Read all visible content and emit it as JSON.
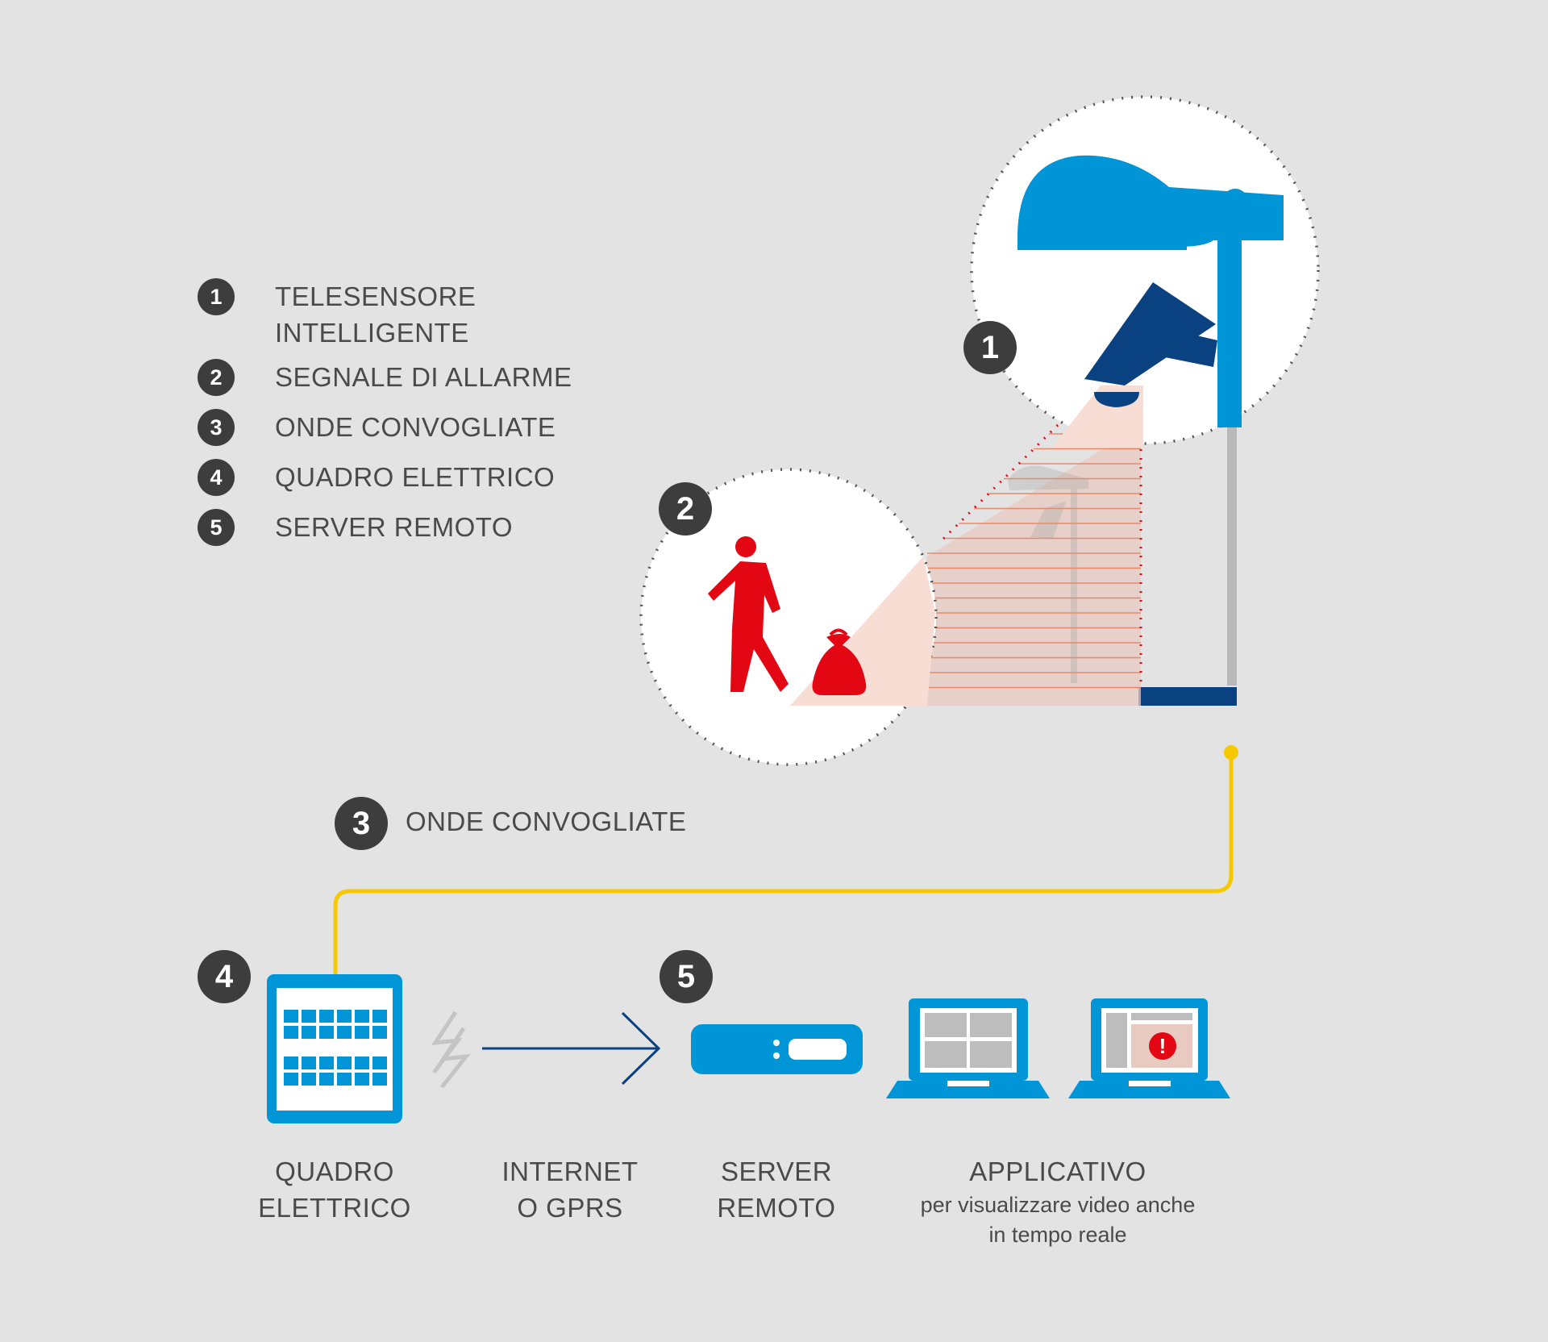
{
  "legend": [
    {
      "num": "1",
      "label": "TELESENSORE\nINTELLIGENTE"
    },
    {
      "num": "2",
      "label": "SEGNALE DI ALLARME"
    },
    {
      "num": "3",
      "label": "ONDE CONVOGLIATE"
    },
    {
      "num": "4",
      "label": "QUADRO ELETTRICO"
    },
    {
      "num": "5",
      "label": "SERVER REMOTO"
    }
  ],
  "markers": {
    "one": "1",
    "two": "2",
    "three": "3",
    "four": "4",
    "five": "5"
  },
  "step3_label": "ONDE CONVOGLIATE",
  "captions": {
    "quadro": "QUADRO\nELETTRICO",
    "internet": "INTERNET\nO GPRS",
    "server": "SERVER\nREMOTO",
    "app": "APPLICATIVO",
    "app_sub": "per visualizzare video anche\nin tempo reale"
  },
  "alert_symbol": "!",
  "colors": {
    "background": "#e3e3e3",
    "blue": "#0095d6",
    "dark_blue": "#0a4180",
    "red": "#e30613",
    "yellow": "#f6c800",
    "grey_pole": "#b8b8b8",
    "badge": "#3d3d3d",
    "text": "#4a4a4a"
  },
  "icons": [
    "street-lamp-icon",
    "camera-icon",
    "person-icon",
    "bag-icon",
    "electrical-panel-icon",
    "lightning-icon",
    "arrow-icon",
    "server-icon",
    "laptop-icon",
    "alert-icon"
  ]
}
